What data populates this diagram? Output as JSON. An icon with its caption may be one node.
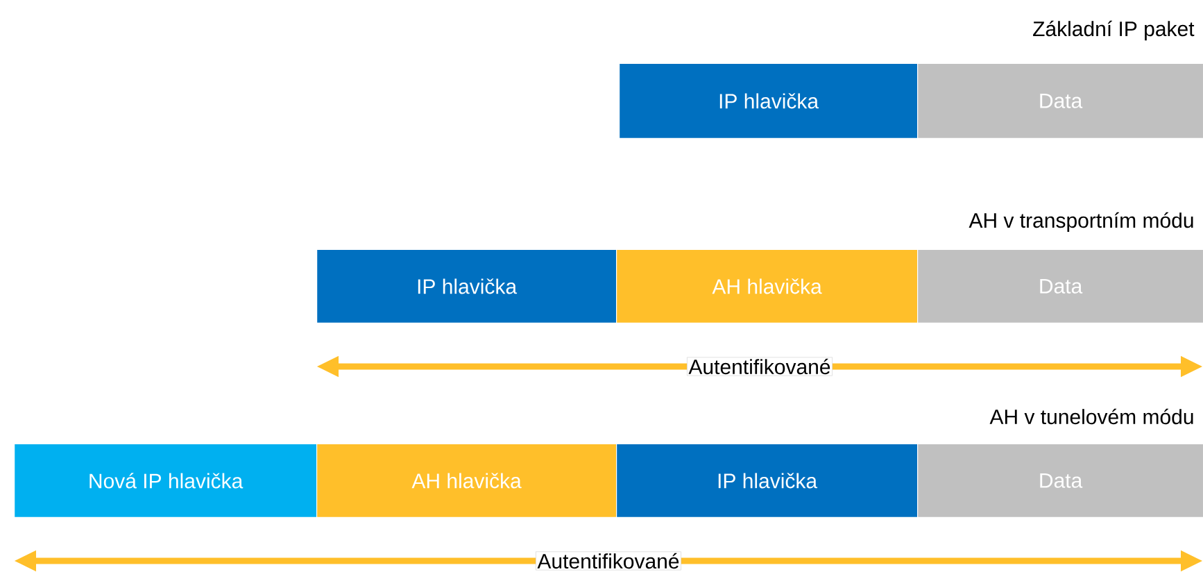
{
  "diagram": {
    "nodes": [
      {
        "text": [
          "IP hlavička"
        ]
      },
      {
        "text": [
          "Data"
        ]
      },
      {
        "text": [
          "IP hlavička"
        ]
      },
      {
        "text": [
          "AH hlavička"
        ]
      },
      {
        "text": [
          "Data"
        ]
      },
      {
        "text": [
          "Nová IP hlavička"
        ]
      },
      {
        "text": [
          "AH hlavička"
        ]
      },
      {
        "text": [
          "IP hlavička"
        ]
      },
      {
        "text": [
          "Data"
        ]
      }
    ],
    "labels": [
      "Základní IP paket",
      "AH v transportním módu",
      "Autentifikované",
      "AH v tunelovém módu",
      "Autentifikované"
    ]
  }
}
